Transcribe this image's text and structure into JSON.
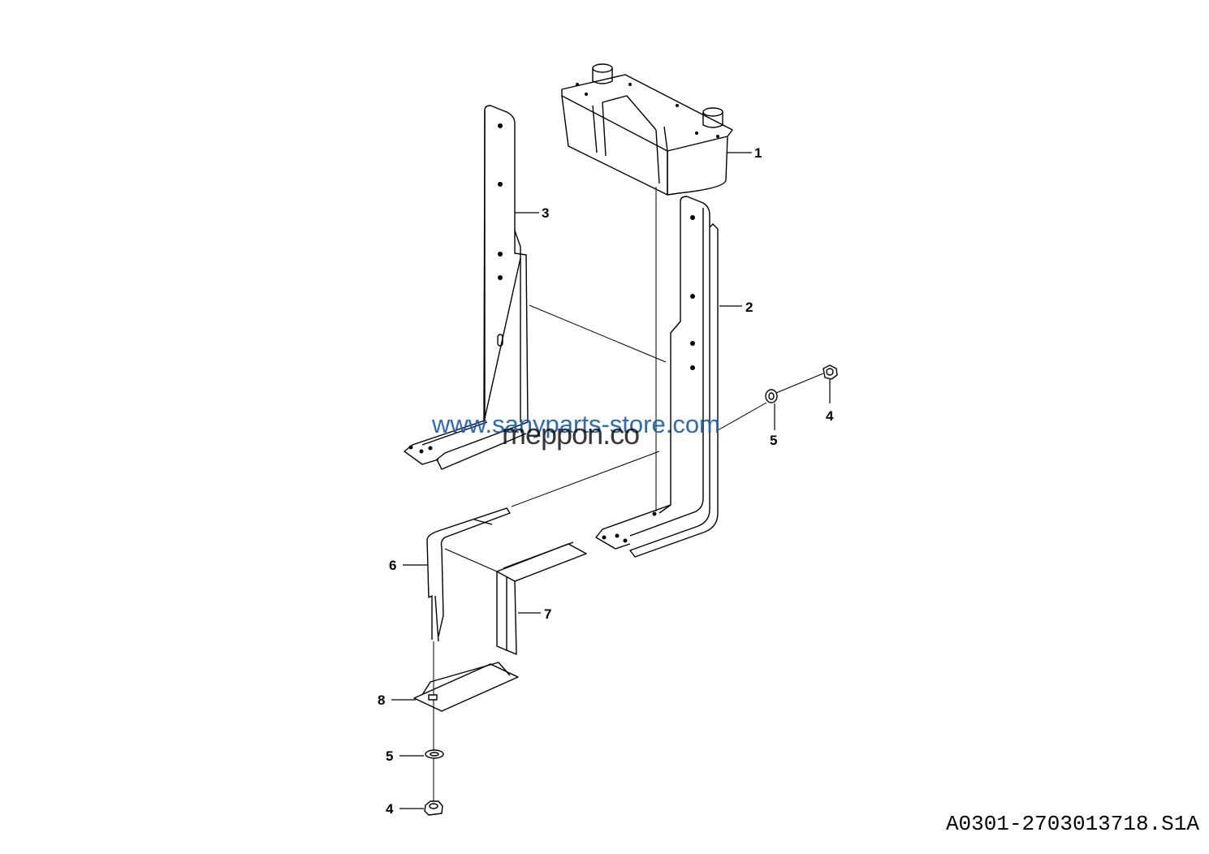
{
  "callouts": [
    {
      "id": "1",
      "label": "1"
    },
    {
      "id": "2",
      "label": "2"
    },
    {
      "id": "3",
      "label": "3"
    },
    {
      "id": "4a",
      "label": "4"
    },
    {
      "id": "5a",
      "label": "5"
    },
    {
      "id": "6",
      "label": "6"
    },
    {
      "id": "7",
      "label": "7"
    },
    {
      "id": "8",
      "label": "8"
    },
    {
      "id": "5b",
      "label": "5"
    },
    {
      "id": "4b",
      "label": "4"
    }
  ],
  "drawing_code": "A0301-2703013718.S1A",
  "watermarks": [
    "www.sanyparts-store.com",
    "meppon.co"
  ]
}
